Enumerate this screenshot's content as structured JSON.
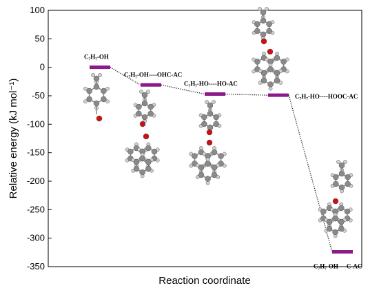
{
  "chart_data": {
    "type": "line",
    "xlabel": "Reaction coordinate",
    "ylabel": "Relative energy (kJ mol⁻¹)",
    "ylim": [
      -350,
      100
    ],
    "y_ticks": [
      100,
      50,
      0,
      -50,
      -100,
      -150,
      -200,
      -250,
      -300,
      -350
    ],
    "grid": false,
    "states": [
      {
        "x": 1,
        "energy": 0,
        "label": "C₇H₇-OH"
      },
      {
        "x": 2,
        "energy": -31,
        "label": "C₇H₇-OH----OHC-AC"
      },
      {
        "x": 3,
        "energy": -47,
        "label": "C₇H₇-HO----HO-AC"
      },
      {
        "x": 4,
        "energy": -49,
        "label": "C₇H₇-HO----HOOC-AC"
      },
      {
        "x": 5,
        "energy": -324,
        "label": "C₇H₇-OH----C-AC"
      }
    ],
    "level_color": "#8b1a8b",
    "connector_style": "dotted"
  }
}
